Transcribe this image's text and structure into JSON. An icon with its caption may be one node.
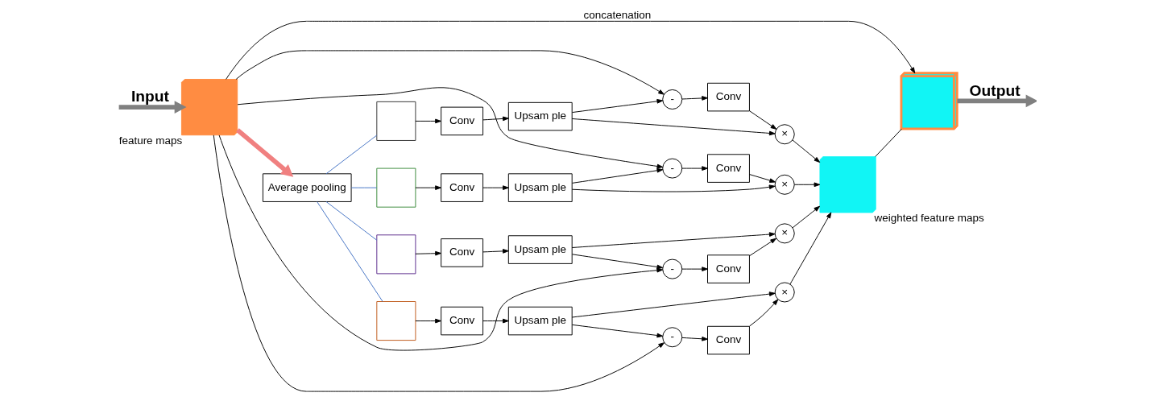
{
  "diagram": {
    "nodes": [
      {
        "text": [],
        "shape": "box",
        "beside": [
          "feature maps"
        ]
      },
      {
        "text": [
          "Average pooling"
        ]
      },
      {
        "text": [],
        "shape": "box"
      },
      {
        "text": [],
        "shape": "box"
      },
      {
        "text": [],
        "shape": "box"
      },
      {
        "text": [],
        "shape": "box"
      },
      {
        "text": [
          "Conv"
        ]
      },
      {
        "text": [
          "Conv"
        ]
      },
      {
        "text": [
          "Conv"
        ]
      },
      {
        "text": [
          "Conv"
        ]
      },
      {
        "text": [
          "Upsam ple"
        ]
      },
      {
        "text": [
          "Upsam ple"
        ]
      },
      {
        "text": [
          "Upsam ple"
        ]
      },
      {
        "text": [
          "Upsam ple"
        ]
      },
      {
        "text": [
          "-"
        ]
      },
      {
        "text": [
          "-"
        ]
      },
      {
        "text": [
          "-"
        ]
      },
      {
        "text": [
          "-"
        ]
      },
      {
        "text": [
          "Conv"
        ]
      },
      {
        "text": [
          "Conv"
        ]
      },
      {
        "text": [
          "Conv"
        ]
      },
      {
        "text": [
          "Conv"
        ]
      },
      {
        "text": [
          "×"
        ]
      },
      {
        "text": [
          "×"
        ]
      },
      {
        "text": [
          "×"
        ]
      },
      {
        "text": [
          "×"
        ]
      },
      {
        "text": [],
        "shape": "box",
        "beside": [
          "weighted feature maps"
        ]
      },
      {
        "text": [],
        "shape": "box"
      }
    ],
    "edges": [
      {
        "from": null,
        "to": 0,
        "arrow": "to",
        "label": "Input",
        "style": "thick",
        "color": "#808080"
      },
      {
        "from": 0,
        "to": 1,
        "arrow": "to",
        "style": "thick",
        "color": "#f08080"
      },
      {
        "from": 1,
        "to": 2,
        "arrow": "none",
        "color": "#4472c4"
      },
      {
        "from": 1,
        "to": 3,
        "arrow": "none",
        "color": "#4472c4"
      },
      {
        "from": 1,
        "to": 4,
        "arrow": "none",
        "color": "#4472c4"
      },
      {
        "from": 1,
        "to": 5,
        "arrow": "none",
        "color": "#4472c4"
      },
      {
        "from": 2,
        "to": 6,
        "arrow": "to"
      },
      {
        "from": 3,
        "to": 7,
        "arrow": "to"
      },
      {
        "from": 4,
        "to": 8,
        "arrow": "to"
      },
      {
        "from": 5,
        "to": 9,
        "arrow": "to"
      },
      {
        "from": 6,
        "to": 10,
        "arrow": "to"
      },
      {
        "from": 7,
        "to": 11,
        "arrow": "to"
      },
      {
        "from": 8,
        "to": 12,
        "arrow": "to"
      },
      {
        "from": 9,
        "to": 13,
        "arrow": "to"
      },
      {
        "from": 10,
        "to": 14,
        "arrow": "to"
      },
      {
        "from": 11,
        "to": 15,
        "arrow": "to"
      },
      {
        "from": 12,
        "to": 16,
        "arrow": "to"
      },
      {
        "from": 13,
        "to": 17,
        "arrow": "to"
      },
      {
        "from": 14,
        "to": 18,
        "arrow": "to"
      },
      {
        "from": 15,
        "to": 19,
        "arrow": "to"
      },
      {
        "from": 16,
        "to": 20,
        "arrow": "to"
      },
      {
        "from": 17,
        "to": 21,
        "arrow": "to"
      },
      {
        "from": 18,
        "to": 22,
        "arrow": "to"
      },
      {
        "from": 19,
        "to": 23,
        "arrow": "to"
      },
      {
        "from": 20,
        "to": 24,
        "arrow": "to"
      },
      {
        "from": 21,
        "to": 25,
        "arrow": "to"
      },
      {
        "from": 10,
        "to": 22,
        "arrow": "to"
      },
      {
        "from": 11,
        "to": 23,
        "arrow": "to"
      },
      {
        "from": 12,
        "to": 24,
        "arrow": "to"
      },
      {
        "from": 13,
        "to": 25,
        "arrow": "to"
      },
      {
        "from": 0,
        "to": 14,
        "arrow": "to"
      },
      {
        "from": 0,
        "to": 15,
        "arrow": "to"
      },
      {
        "from": 0,
        "to": 16,
        "arrow": "to"
      },
      {
        "from": 0,
        "to": 17,
        "arrow": "to"
      },
      {
        "from": 22,
        "to": 26,
        "arrow": "to"
      },
      {
        "from": 23,
        "to": 26,
        "arrow": "to"
      },
      {
        "from": 24,
        "to": 26,
        "arrow": "to"
      },
      {
        "from": 25,
        "to": 26,
        "arrow": "to"
      },
      {
        "from": 26,
        "to": 27,
        "arrow": "none"
      },
      {
        "from": 0,
        "to": 27,
        "arrow": "to",
        "label": "concatenation"
      },
      {
        "from": 27,
        "to": null,
        "arrow": "to",
        "label": "Output",
        "style": "thick",
        "color": "#808080"
      }
    ]
  }
}
